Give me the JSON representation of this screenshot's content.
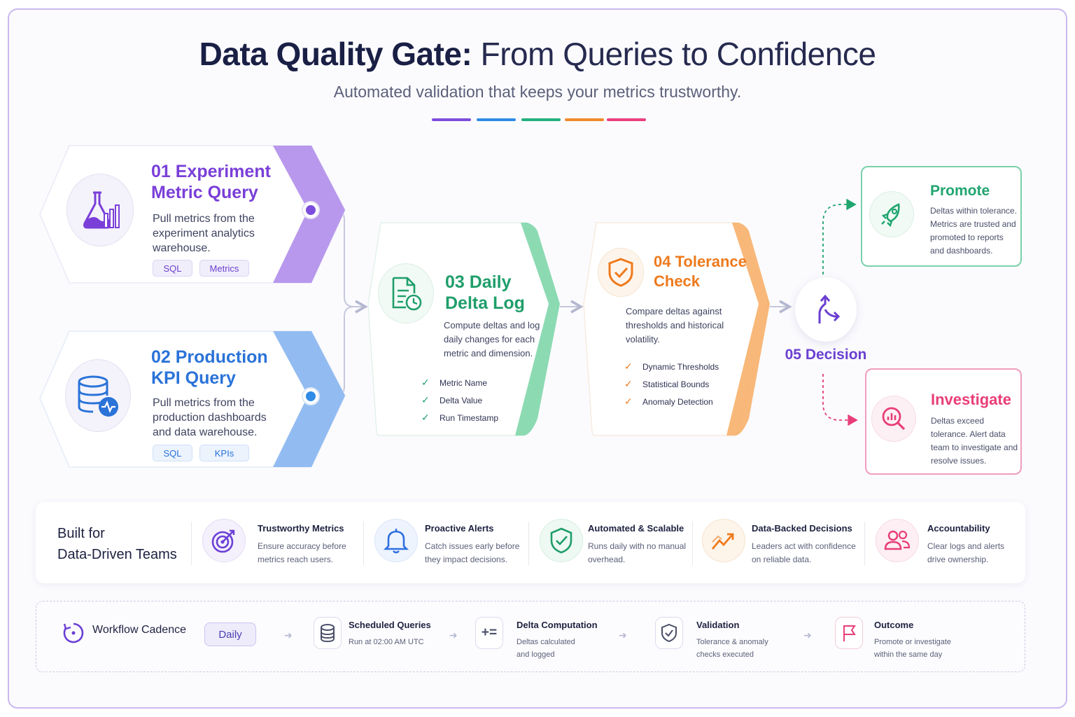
{
  "header": {
    "title_bold": "Data Quality Gate:",
    "title_rest": " From Queries to Confidence",
    "subtitle": "Automated validation that keeps your metrics trustworthy.",
    "rule_colors": [
      "#7c4ddc",
      "#2f8be6",
      "#22b07d",
      "#f08a2c",
      "#ea3f7e"
    ]
  },
  "steps": {
    "s01": {
      "title": "01  Experiment\nMetric Query",
      "desc": "Pull metrics from the experiment analytics warehouse.",
      "tags": [
        "SQL",
        "Metrics"
      ],
      "color": "#7a3fd8",
      "icon": "flask-chart-icon"
    },
    "s02": {
      "title": "02  Production\nKPI Query",
      "desc": "Pull metrics from the production dashboards and data warehouse.",
      "tags": [
        "SQL",
        "KPIs"
      ],
      "color": "#2a73d8",
      "icon": "database-pulse-icon"
    },
    "s03": {
      "title": "03 Daily\nDelta Log",
      "desc": "Compute deltas and log daily changes for each metric and dimension.",
      "checks": [
        "Metric Name",
        "Delta Value",
        "Run Timestamp"
      ],
      "color": "#1f9e6a",
      "icon": "document-clock-icon"
    },
    "s04": {
      "title": "04 Tolerance\nCheck",
      "desc": "Compare deltas against thresholds and historical volatility.",
      "checks": [
        "Dynamic Thresholds",
        "Statistical Bounds",
        "Anomaly Detection"
      ],
      "color": "#ee7a1c",
      "icon": "shield-check-icon"
    },
    "s05": {
      "title": "05 Decision",
      "color": "#6a3fd0",
      "icon": "split-arrow-icon"
    }
  },
  "outcomes": {
    "promote": {
      "title": "Promote",
      "desc": "Deltas within tolerance. Metrics are trusted and promoted to reports and dashboards.",
      "color": "#21a56f",
      "icon": "rocket-icon"
    },
    "investigate": {
      "title": "Investigate",
      "desc": "Deltas exceed tolerance. Alert data team to investigate and resolve issues.",
      "color": "#e83e78",
      "icon": "magnify-chart-icon"
    }
  },
  "benefits": {
    "heading": "Built for\nData-Driven Teams",
    "items": [
      {
        "title": "Trustworthy Metrics",
        "desc": "Ensure accuracy before metrics reach users.",
        "icon": "target-icon",
        "color": "#6b3fd6"
      },
      {
        "title": "Proactive Alerts",
        "desc": "Catch issues early before they impact decisions.",
        "icon": "bell-icon",
        "color": "#2f6fe0"
      },
      {
        "title": "Automated & Scalable",
        "desc": "Runs daily with no manual overhead.",
        "icon": "shield-check-icon",
        "color": "#1f9e6a"
      },
      {
        "title": "Data-Backed Decisions",
        "desc": "Leaders act with confidence on reliable data.",
        "icon": "trend-up-icon",
        "color": "#ee7a1c"
      },
      {
        "title": "Accountability",
        "desc": "Clear logs and alerts drive ownership.",
        "icon": "users-icon",
        "color": "#e83e78"
      }
    ]
  },
  "cadence": {
    "label": "Workflow Cadence",
    "frequency": "Daily",
    "steps": [
      {
        "title": "Scheduled Queries",
        "desc": "Run at 02:00 AM UTC",
        "icon": "database-icon"
      },
      {
        "title": "Delta Computation",
        "desc": "Deltas calculated and logged",
        "icon": "plus-minus-icon"
      },
      {
        "title": "Validation",
        "desc": "Tolerance & anomaly checks executed",
        "icon": "shield-check-icon"
      },
      {
        "title": "Outcome",
        "desc": "Promote or investigate within the same day",
        "icon": "flag-icon"
      }
    ]
  }
}
